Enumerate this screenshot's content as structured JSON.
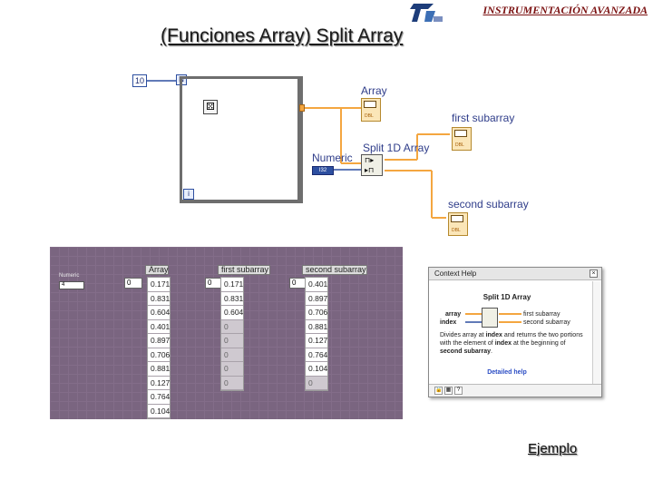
{
  "header": {
    "text": "INSTRUMENTACIÓN AVANZADA"
  },
  "slide": {
    "title": "(Funciones Array) Split Array",
    "footer_link": "Ejemplo"
  },
  "diagram": {
    "loop_count": "10",
    "n_terminal": "N",
    "i_terminal": "i",
    "label_array": "Array",
    "label_numeric": "Numeric",
    "label_split": "Split 1D Array",
    "label_first": "first subarray",
    "label_second": "second subarray",
    "indicator_type": "DBL",
    "control_type": "I32"
  },
  "front_panel": {
    "numeric_label": "Numeric",
    "numeric_value": "4",
    "array": {
      "title": "Array",
      "index": "0",
      "values": [
        "0.171",
        "0.831",
        "0.604",
        "0.401",
        "0.897",
        "0.706",
        "0.881",
        "0.127",
        "0.764",
        "0.104"
      ]
    },
    "first_subarray": {
      "title": "first subarray",
      "index": "0",
      "values": [
        "0.171",
        "0.831",
        "0.604",
        "0",
        "0",
        "0",
        "0",
        "0"
      ]
    },
    "second_subarray": {
      "title": "second subarray",
      "index": "0",
      "values": [
        "0.401",
        "0.897",
        "0.706",
        "0.881",
        "0.127",
        "0.764",
        "0.104",
        "0"
      ]
    }
  },
  "context_help": {
    "window_title": "Context Help",
    "function_name": "Split 1D Array",
    "input_array": "array",
    "input_index": "index",
    "output_first": "first subarray",
    "output_second": "second subarray",
    "description_1": "Divides array at ",
    "description_bold_1": "index",
    "description_2": " and returns the two portions with the element of ",
    "description_bold_2": "index",
    "description_3": " at the beginning of ",
    "description_bold_3": "second subarray",
    "description_4": ".",
    "detailed_link": "Detailed help",
    "close_glyph": "×",
    "help_glyph": "?"
  }
}
